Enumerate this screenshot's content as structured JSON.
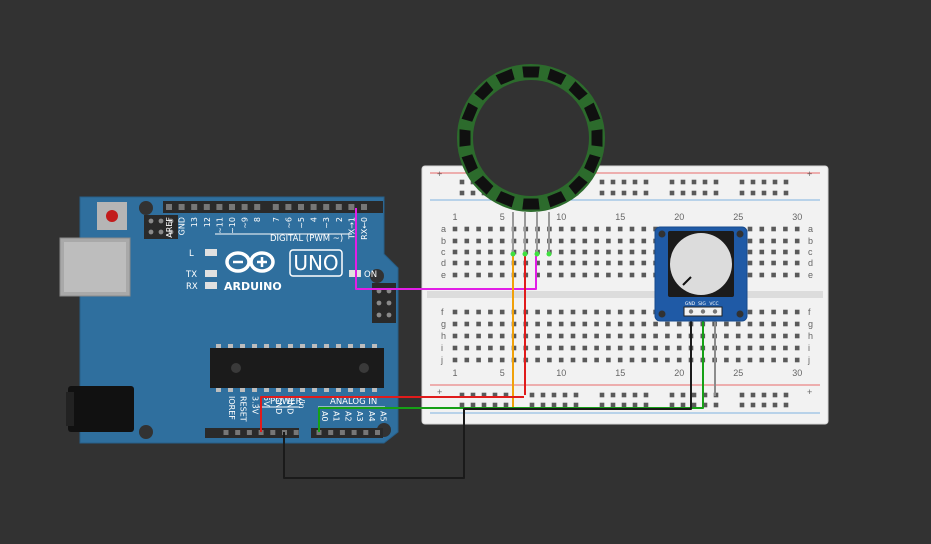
{
  "arduino": {
    "logo_text": "ARDUINO",
    "model": "UNO",
    "header_title": "DIGITAL (PWM ~)",
    "digital_pins": [
      "AREF",
      "GND",
      "13",
      "12",
      "~11",
      "~10",
      "~9",
      "8",
      "7",
      "~6",
      "~5",
      "4",
      "~3",
      "2",
      "TX→1",
      "RX←0"
    ],
    "led_labels": [
      "L",
      "TX",
      "RX"
    ],
    "on_label": "ON",
    "power_label": "POWER",
    "analog_label": "ANALOG IN",
    "power_pins": [
      "IOREF",
      "RESET",
      "3.3V",
      "5V",
      "GND",
      "GND",
      "Vin"
    ],
    "analog_pins": [
      "A0",
      "A1",
      "A2",
      "A3",
      "A4",
      "A5"
    ]
  },
  "breadboard": {
    "row_letters_top": [
      "a",
      "b",
      "c",
      "d",
      "e"
    ],
    "row_letters_bottom": [
      "f",
      "g",
      "h",
      "i",
      "j"
    ],
    "column_numbers": [
      "1",
      "5",
      "10",
      "15",
      "20",
      "25",
      "30"
    ],
    "rail_plus": "+",
    "rail_minus": "-"
  },
  "potentiometer": {
    "pins": [
      "GND",
      "SIG",
      "VCC"
    ]
  },
  "neopixel_ring": {
    "pixels": 16
  },
  "colors": {
    "background": "#323232",
    "arduino_board": "#2f6f9e",
    "breadboard": "#f2f2f2",
    "pot_board": "#1f5aa6",
    "ring": "#2c6b2c",
    "wire_magenta": "#e21ee6",
    "wire_orange": "#f0a10a",
    "wire_red": "#e01b1b",
    "wire_black": "#1a1a1a",
    "wire_green": "#16a016",
    "wire_grey": "#8c8c8c"
  }
}
